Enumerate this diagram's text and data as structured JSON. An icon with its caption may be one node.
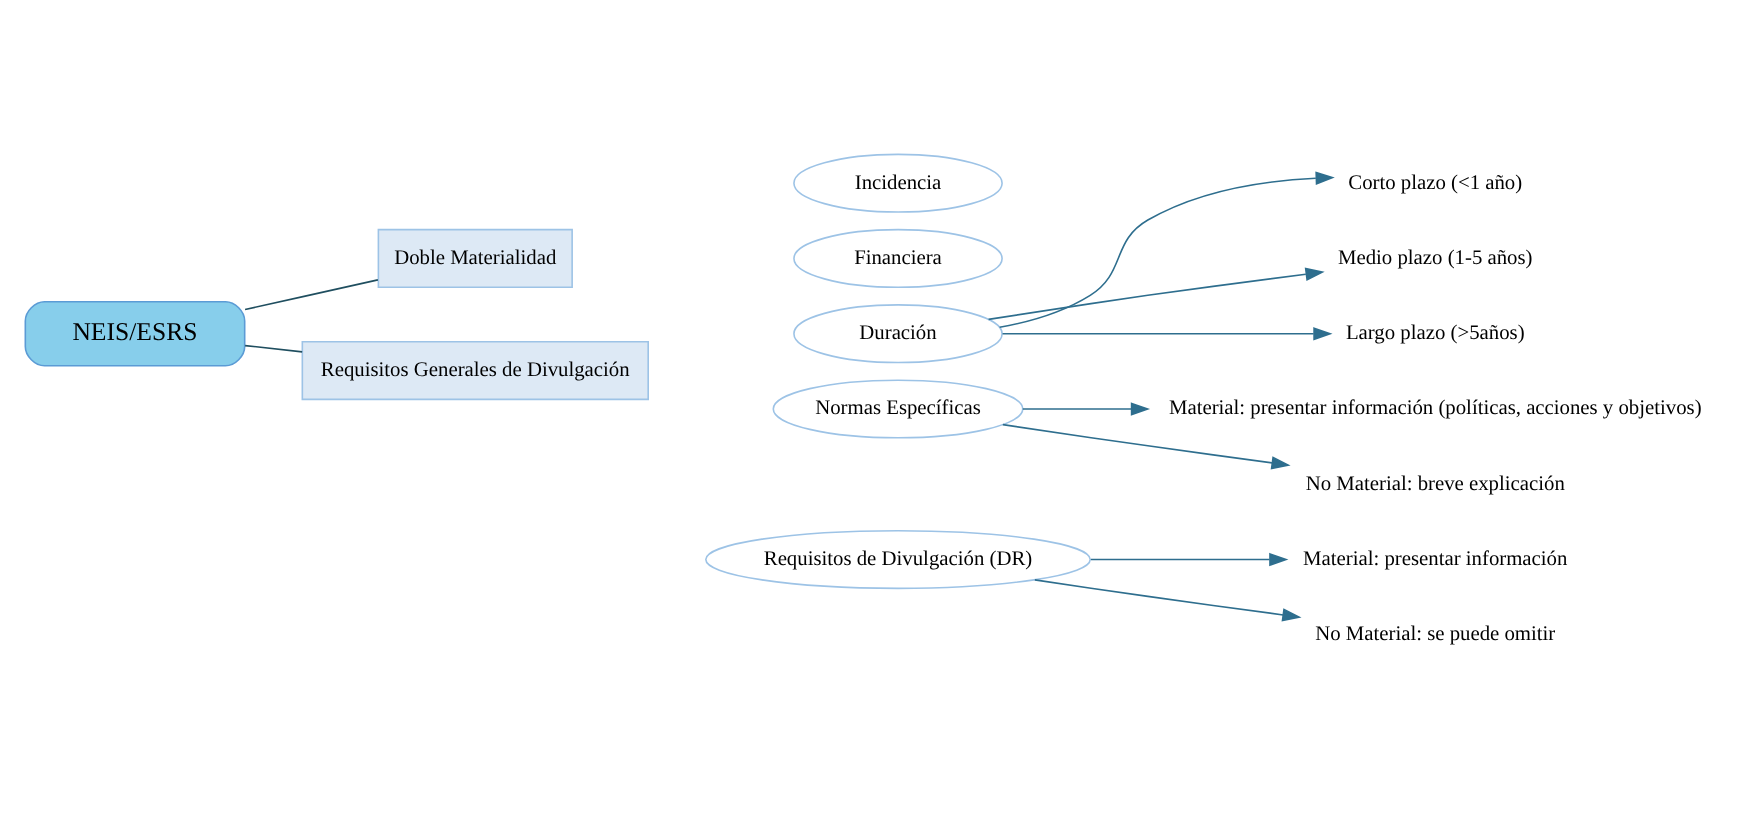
{
  "diagram": {
    "nodes": [
      {
        "text": [
          "NEIS/ESRS"
        ]
      },
      {
        "text": [
          "Doble Materialidad"
        ]
      },
      {
        "text": [
          "Requisitos Generales de Divulgación"
        ]
      },
      {
        "text": [
          "Incidencia"
        ]
      },
      {
        "text": [
          "Financiera"
        ]
      },
      {
        "text": [
          "Duración"
        ]
      },
      {
        "text": [
          "Corto plazo (<1 año)"
        ]
      },
      {
        "text": [
          "Medio plazo (1-5 años)"
        ]
      },
      {
        "text": [
          "Largo plazo (>5años)"
        ]
      },
      {
        "text": [
          "Normas Específicas"
        ]
      },
      {
        "text": [
          "Material: presentar información (políticas, acciones y objetivos)"
        ]
      },
      {
        "text": [
          "No Material: breve explicación"
        ]
      },
      {
        "text": [
          "Requisitos de Divulgación (DR)"
        ]
      },
      {
        "text": [
          "Material: presentar información"
        ]
      },
      {
        "text": [
          "No Material: se puede omitir"
        ]
      }
    ],
    "edges": [
      {
        "from": 0,
        "to": 1,
        "arrow": "none"
      },
      {
        "from": 0,
        "to": 2,
        "arrow": "none"
      },
      {
        "from": 5,
        "to": 6,
        "arrow": "to"
      },
      {
        "from": 5,
        "to": 7,
        "arrow": "to"
      },
      {
        "from": 5,
        "to": 8,
        "arrow": "to"
      },
      {
        "from": 9,
        "to": 10,
        "arrow": "to"
      },
      {
        "from": 9,
        "to": 11,
        "arrow": "to"
      },
      {
        "from": 12,
        "to": 13,
        "arrow": "to"
      },
      {
        "from": 12,
        "to": 14,
        "arrow": "to"
      }
    ]
  }
}
